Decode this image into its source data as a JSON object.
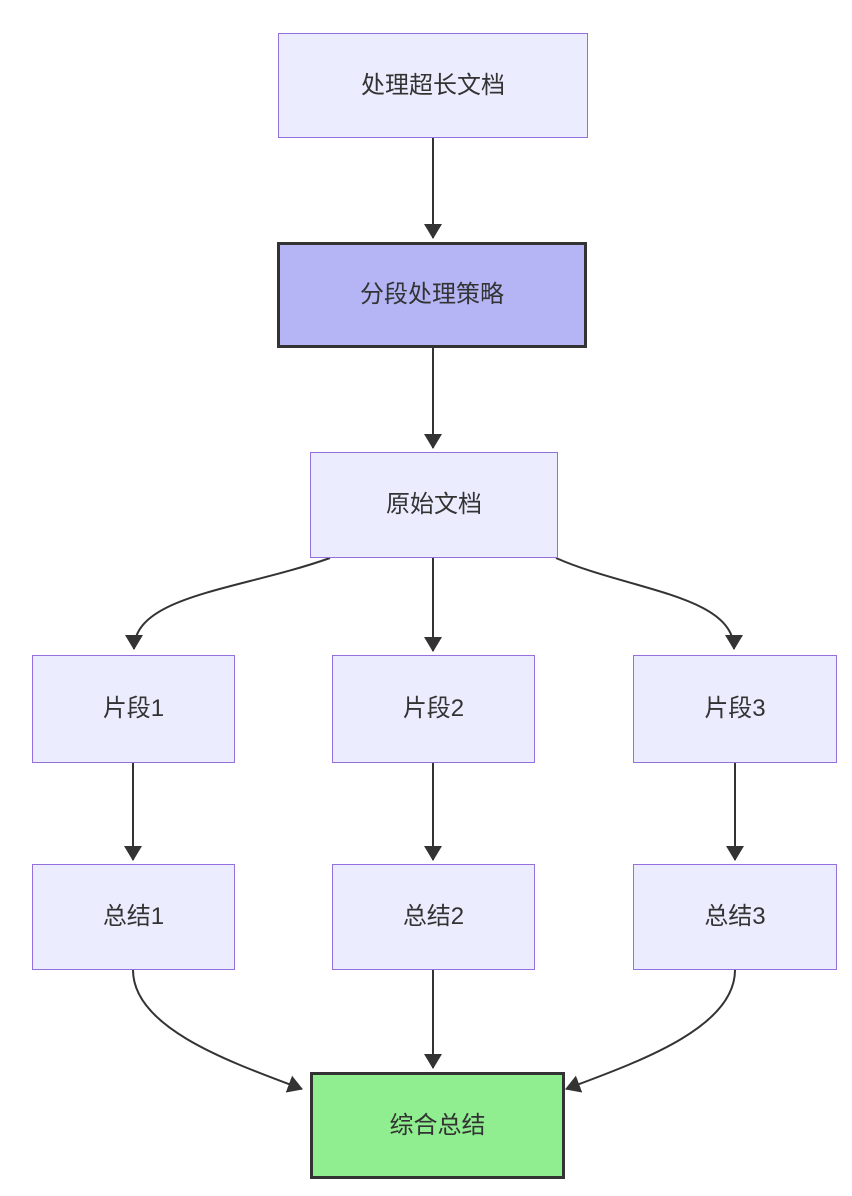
{
  "diagram": {
    "type": "flowchart",
    "direction": "top-down",
    "background": "#FFFFFF",
    "colors": {
      "node_fill": "#ECECFF",
      "node_border": "#9370DB",
      "highlight_fill": "#B5B5F5",
      "highlight_border": "#333333",
      "result_fill": "#90EE90",
      "result_border": "#333333",
      "edge_color": "#333333",
      "text_color": "#333333",
      "background": "#FFFFFF"
    },
    "nodes": [
      {
        "id": "title",
        "label": "处理超长文档",
        "style": "default"
      },
      {
        "id": "strategy",
        "label": "分段处理策略",
        "style": "highlight"
      },
      {
        "id": "doc",
        "label": "原始文档",
        "style": "default"
      },
      {
        "id": "seg1",
        "label": "片段1",
        "style": "default"
      },
      {
        "id": "seg2",
        "label": "片段2",
        "style": "default"
      },
      {
        "id": "seg3",
        "label": "片段3",
        "style": "default"
      },
      {
        "id": "sum1",
        "label": "总结1",
        "style": "default"
      },
      {
        "id": "sum2",
        "label": "总结2",
        "style": "default"
      },
      {
        "id": "sum3",
        "label": "总结3",
        "style": "default"
      },
      {
        "id": "final",
        "label": "综合总结",
        "style": "result"
      }
    ],
    "edges": [
      {
        "from": "处理超长文档",
        "to": "分段处理策略"
      },
      {
        "from": "分段处理策略",
        "to": "原始文档"
      },
      {
        "from": "原始文档",
        "to": "片段1"
      },
      {
        "from": "原始文档",
        "to": "片段2"
      },
      {
        "from": "原始文档",
        "to": "片段3"
      },
      {
        "from": "片段1",
        "to": "总结1"
      },
      {
        "from": "片段2",
        "to": "总结2"
      },
      {
        "from": "片段3",
        "to": "总结3"
      },
      {
        "from": "总结1",
        "to": "综合总结"
      },
      {
        "from": "总结2",
        "to": "综合总结"
      },
      {
        "from": "总结3",
        "to": "综合总结"
      }
    ]
  }
}
